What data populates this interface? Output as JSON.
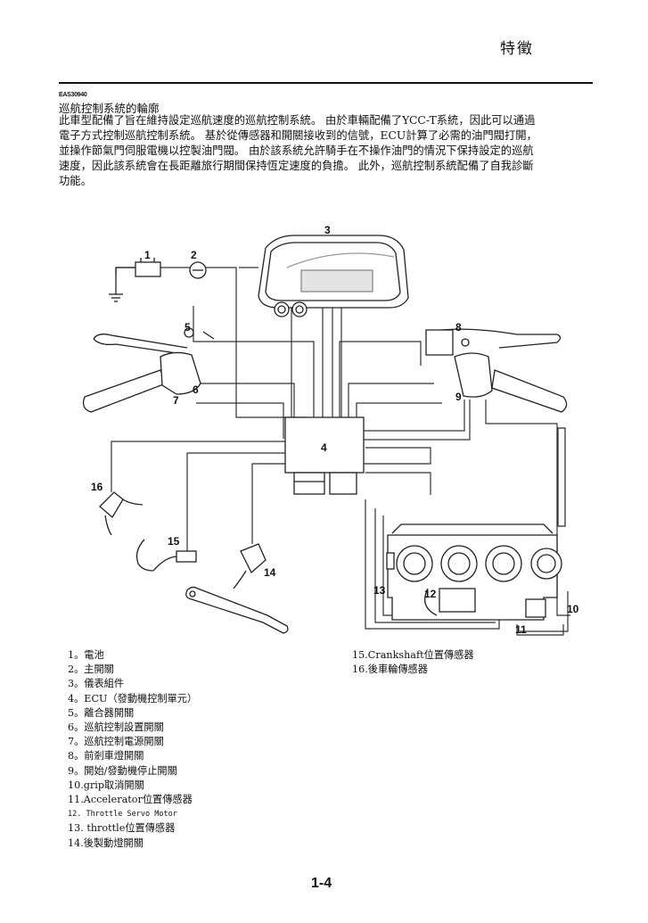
{
  "header": {
    "title": "特徵"
  },
  "section": {
    "code": "EAS30940",
    "title": "巡航控制系統的輪廓",
    "paragraph_lines": [
      "此車型配備了旨在維持設定巡航速度的巡航控制系統。 由於車輛配備了YCC-T系統，因此可以通過",
      "電子方式控制巡航控制系統。 基於從傳感器和開關接收到的信號，ECU計算了必需的油門閥打開，",
      "並操作節氣門伺服電機以控製油門閥。 由於該系統允許騎手在不操作油門的情況下保持設定的巡航",
      "速度，因此該系統會在長距離旅行期間保持恆定速度的負擔。 此外，巡航控制系統配備了自我診斷",
      "功能。"
    ]
  },
  "diagram": {
    "callouts": [
      "1",
      "2",
      "3",
      "4",
      "5",
      "6",
      "7",
      "8",
      "9",
      "10",
      "11",
      "12",
      "13",
      "14",
      "15",
      "16"
    ],
    "icons": [
      "battery-icon",
      "main-switch-icon",
      "meter-assembly-icon",
      "ecu-icon",
      "left-handlebar-switch-icon",
      "right-handlebar-switch-icon",
      "wheel-sensor-icon",
      "crankshaft-sensor-icon",
      "brake-pedal-icon",
      "throttle-body-icon"
    ]
  },
  "legend": {
    "left": [
      "1。電池",
      "2。主開關",
      "3。儀表組件",
      "4。ECU（發動機控制單元）",
      "5。離合器開關",
      "6。巡航控制設置開關",
      "7。巡航控制電源開關",
      "8。前剎車燈開關",
      "9。開始/發動機停止開關",
      "10.grip取消開關",
      "11.Accelerator位置傳感器",
      "12. Throttle Servo Motor",
      "13. throttle位置傳感器",
      "14.後製動燈開關"
    ],
    "right": [
      "15.Crankshaft位置傳感器",
      "16.後車輪傳感器"
    ]
  },
  "footer": {
    "page_number": "1-4"
  }
}
